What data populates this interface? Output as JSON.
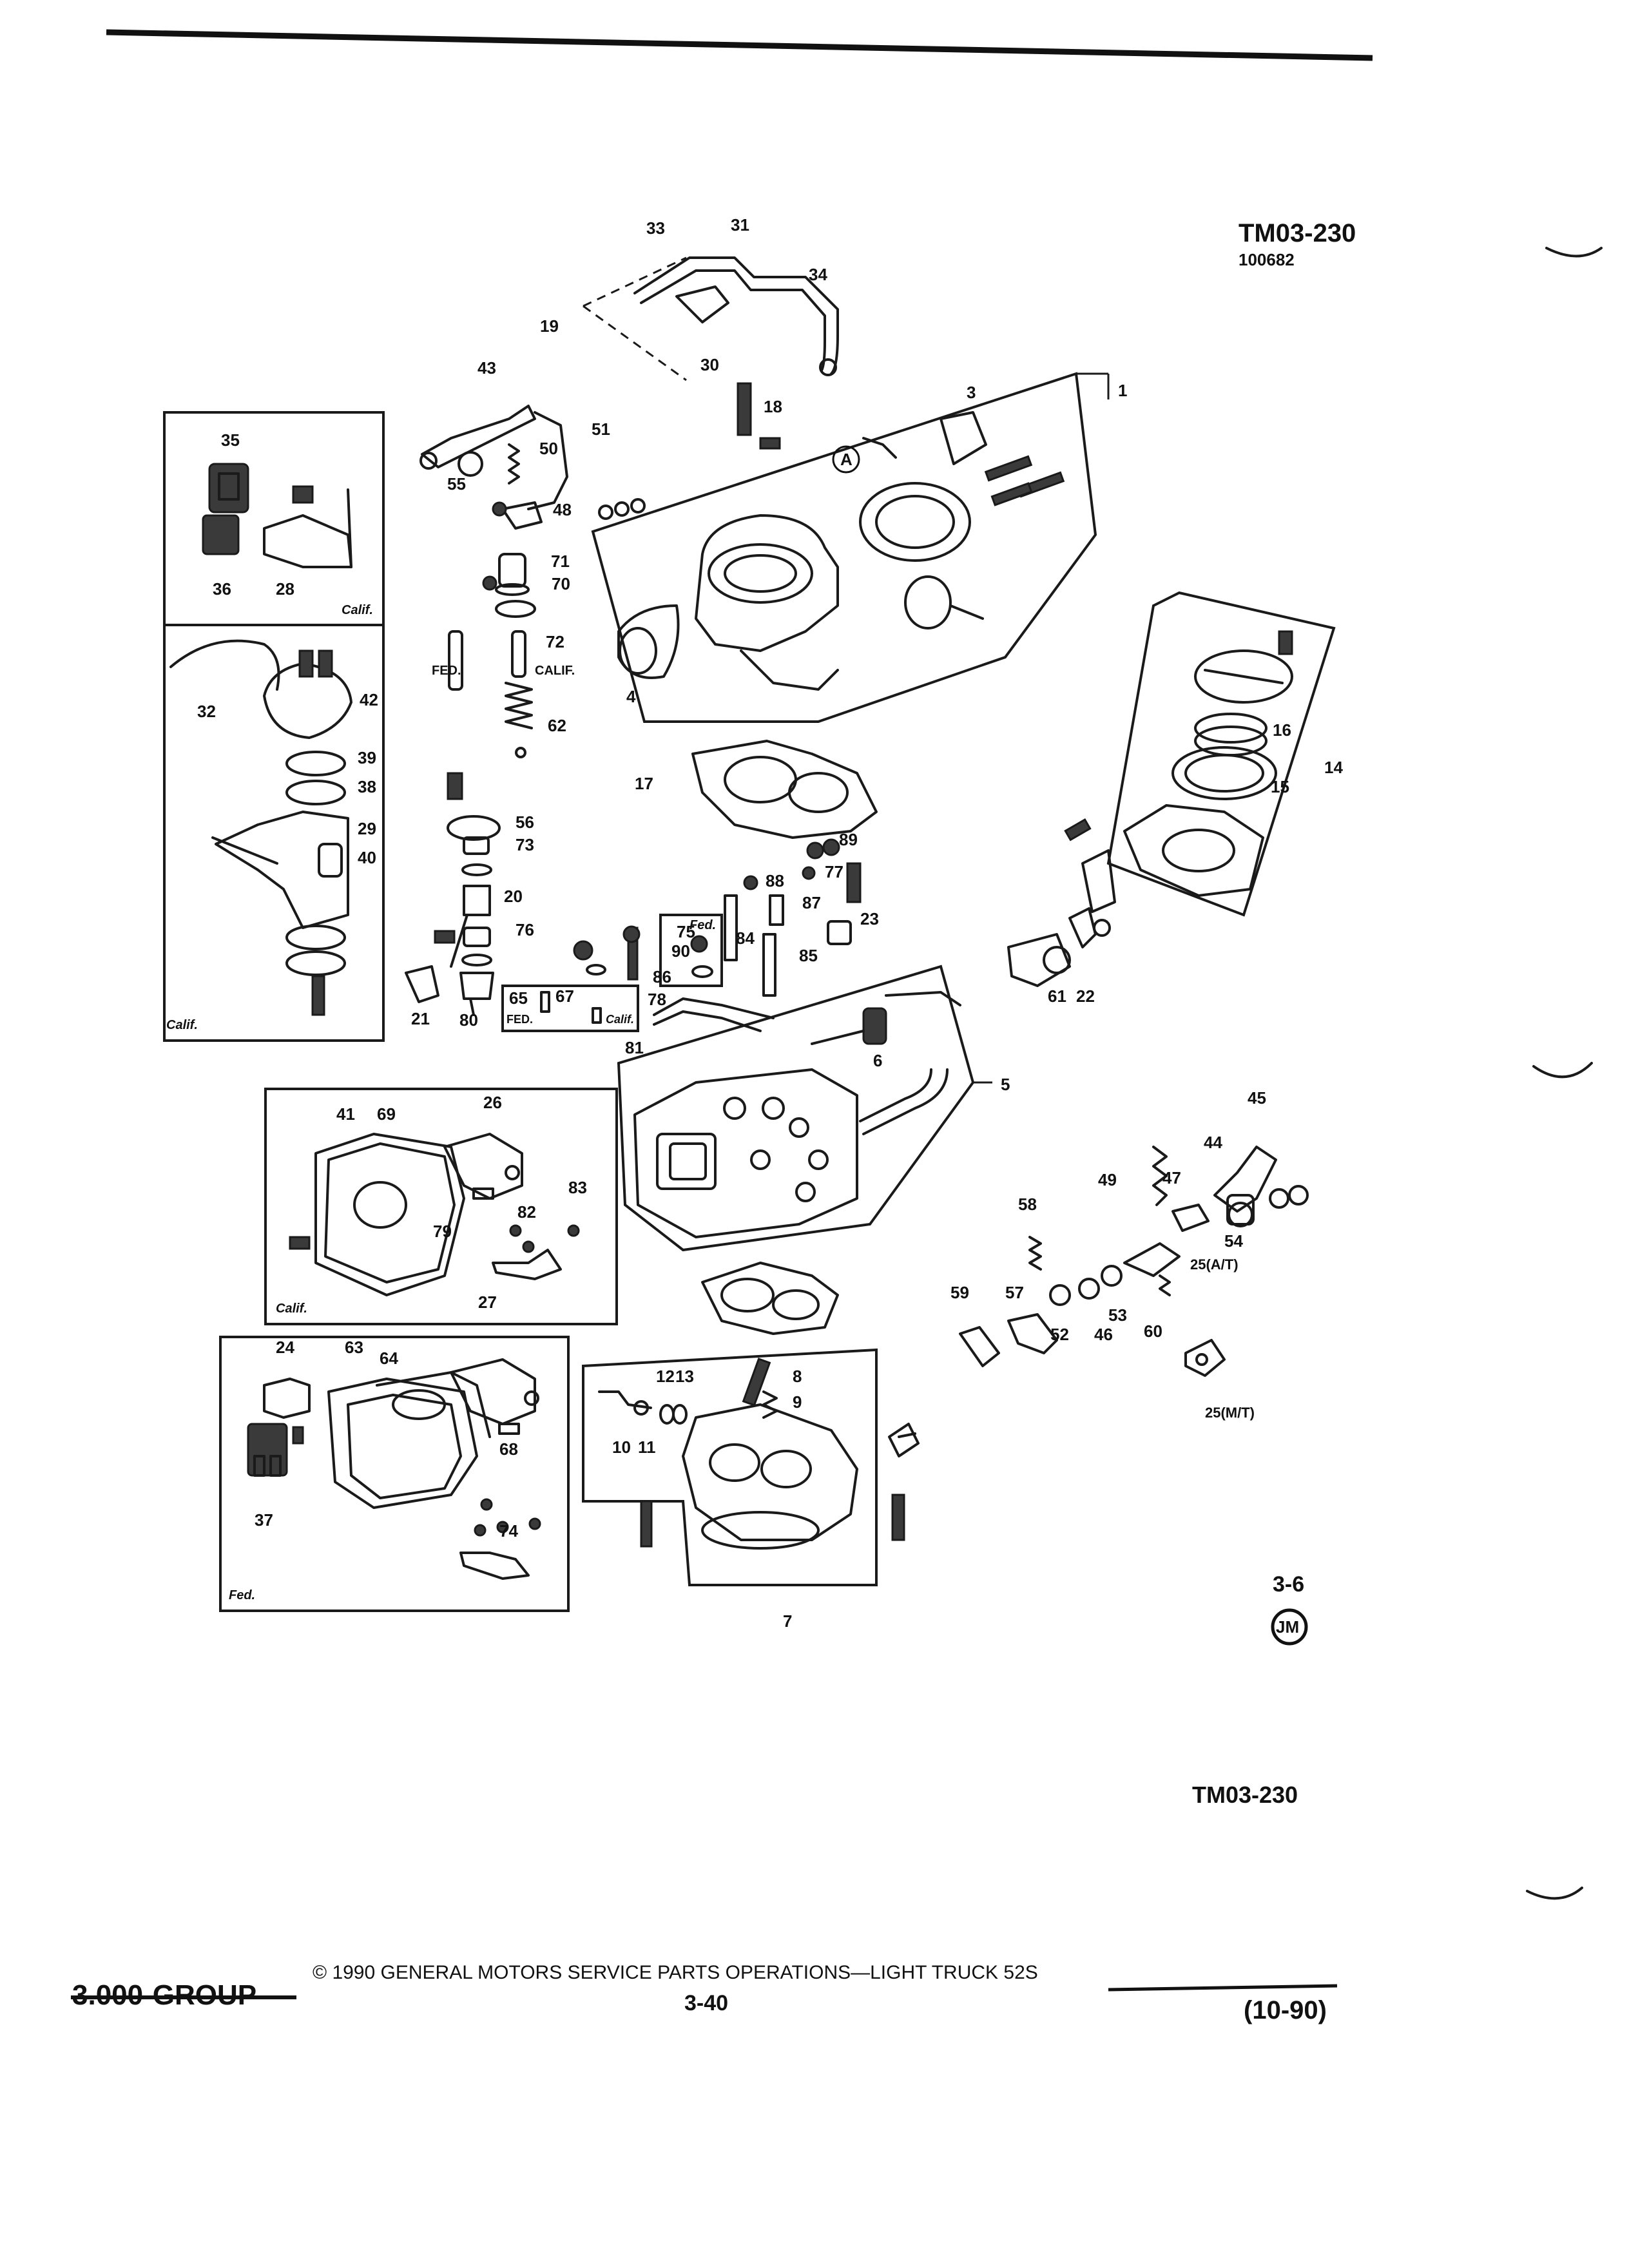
{
  "header": {
    "diagram_code": "TM03-230",
    "diagram_subcode": "100682"
  },
  "inset_labels": {
    "calif_1": "Calif.",
    "calif_2": "Calif.",
    "calif_3": "Calif.",
    "fed_1": "Fed.",
    "fed_box": "Fed.",
    "fed_label_72": "FED.",
    "calif_label_72": "CALIF.",
    "fed_65": "FED.",
    "calif_65": "Calif."
  },
  "callouts": [
    "1",
    "3",
    "4",
    "5",
    "6",
    "7",
    "8",
    "9",
    "10",
    "11",
    "12",
    "13",
    "14",
    "15",
    "16",
    "17",
    "18",
    "19",
    "20",
    "21",
    "22",
    "23",
    "24",
    "25(A/T)",
    "25(M/T)",
    "26",
    "27",
    "28",
    "29",
    "30",
    "31",
    "32",
    "33",
    "34",
    "35",
    "36",
    "37",
    "38",
    "39",
    "40",
    "41",
    "42",
    "43",
    "44",
    "45",
    "46",
    "47",
    "48",
    "49",
    "50",
    "51",
    "52",
    "53",
    "54",
    "55",
    "56",
    "57",
    "58",
    "59",
    "60",
    "61",
    "62",
    "63",
    "64",
    "65",
    "67",
    "68",
    "69",
    "70",
    "71",
    "72",
    "73",
    "74",
    "75",
    "76",
    "77",
    "78",
    "79",
    "80",
    "81",
    "82",
    "83",
    "84",
    "85",
    "86",
    "87",
    "88",
    "89",
    "90",
    "A"
  ],
  "page_ref": {
    "section": "3-6",
    "badge": "JM",
    "code_bottom": "TM03-230"
  },
  "footer": {
    "group": "3.000-GROUP",
    "copyright": "© 1990 GENERAL MOTORS SERVICE PARTS OPERATIONS—LIGHT TRUCK 52S",
    "page_number": "3-40",
    "date": "(10-90)"
  }
}
